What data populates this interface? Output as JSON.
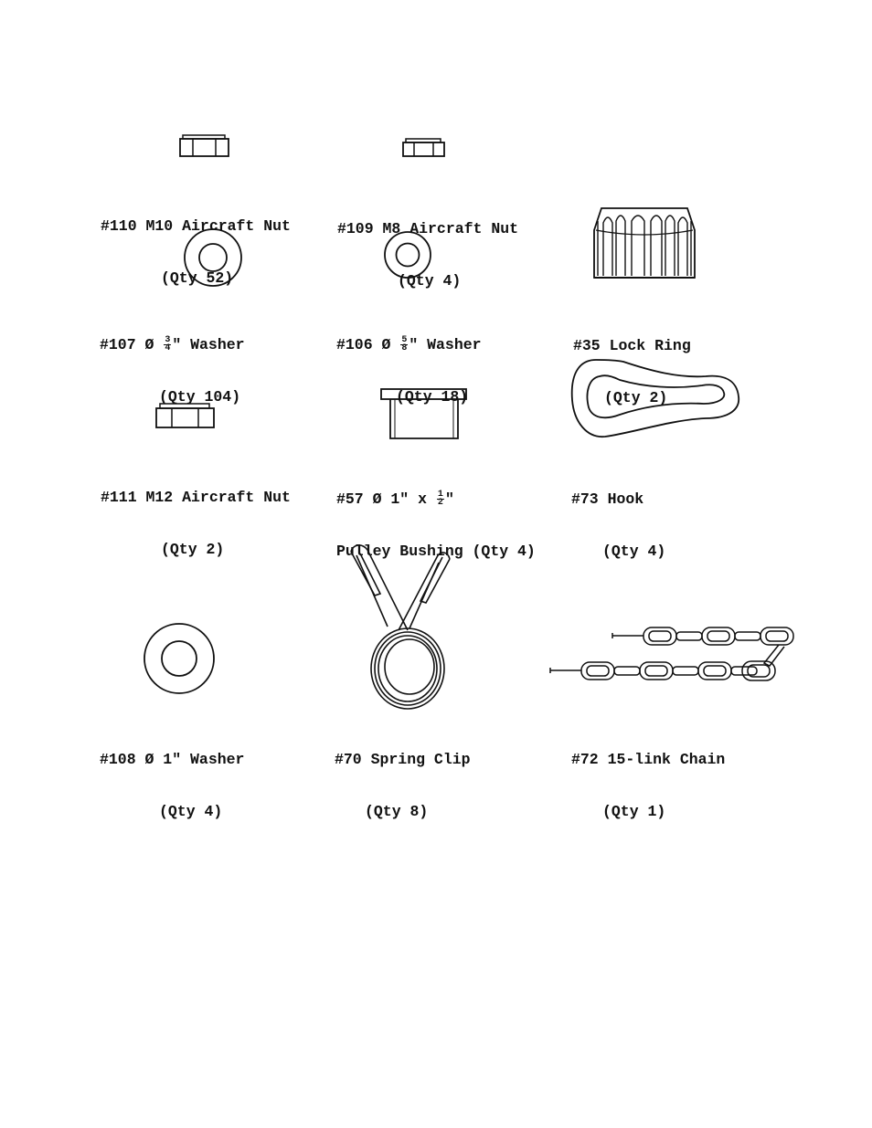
{
  "colors": {
    "ink": "#111111",
    "paper": "#ffffff"
  },
  "parts": {
    "p110": {
      "line1": "#110 M10 Aircraft Nut",
      "line2": "(Qty 52)",
      "icon": "hex-nut-icon"
    },
    "p109": {
      "line1": "#109 M8 Aircraft Nut",
      "line2": "(Qty 4)",
      "icon": "hex-nut-icon"
    },
    "p107": {
      "prefix": "#107 Ø ",
      "num": "3",
      "den": "4",
      "suffix": "\" Washer",
      "line2": "(Qty 104)",
      "icon": "washer-icon"
    },
    "p106": {
      "prefix": "#106 Ø ",
      "num": "5",
      "den": "8",
      "suffix": "\" Washer",
      "line2": "(Qty 18)",
      "icon": "washer-icon"
    },
    "p35": {
      "line1": "#35 Lock Ring",
      "line2": "(Qty 2)",
      "icon": "lock-ring-icon"
    },
    "p111": {
      "line1": "#111 M12 Aircraft Nut",
      "line2": "(Qty 2)",
      "icon": "hex-nut-icon"
    },
    "p57": {
      "prefix": "#57 Ø 1\" x ",
      "num": "1",
      "den": "2",
      "suffix": "\"",
      "line2": "Pulley Bushing (Qty 4)",
      "icon": "bushing-icon"
    },
    "p73": {
      "line1": "#73 Hook",
      "line2": "(Qty 4)",
      "icon": "hook-icon"
    },
    "p108": {
      "line1": "#108 Ø 1\" Washer",
      "line2": "(Qty 4)",
      "icon": "washer-icon"
    },
    "p70": {
      "line1": "#70 Spring Clip",
      "line2": "(Qty 8)",
      "icon": "spring-clip-icon"
    },
    "p72": {
      "line1": "#72 15-link Chain",
      "line2": "(Qty 1)",
      "icon": "chain-icon"
    }
  }
}
